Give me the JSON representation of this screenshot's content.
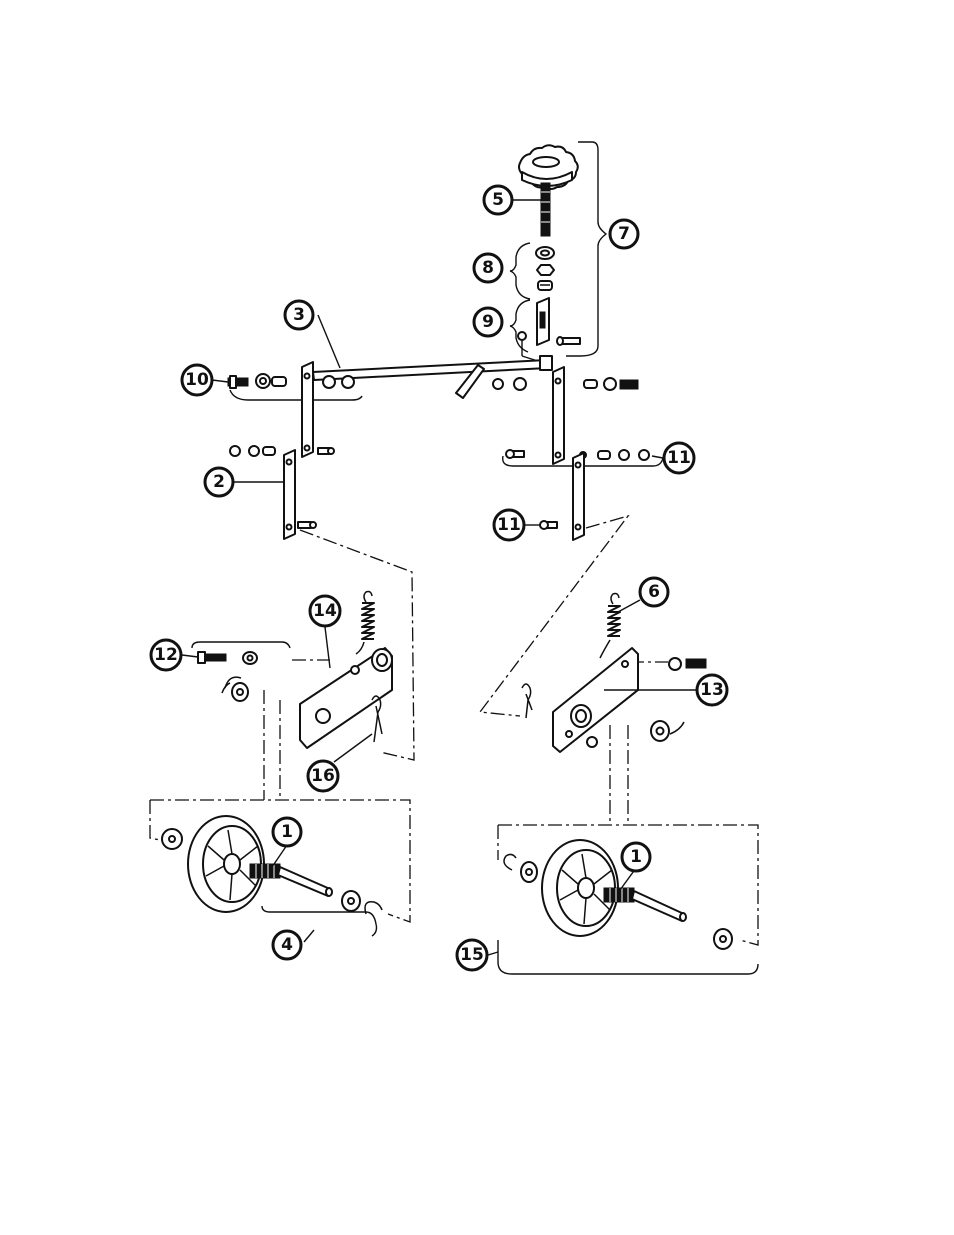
{
  "callouts": [
    {
      "id": "c1a",
      "label": "1"
    },
    {
      "id": "c1b",
      "label": "1"
    },
    {
      "id": "c2",
      "label": "2"
    },
    {
      "id": "c3",
      "label": "3"
    },
    {
      "id": "c4",
      "label": "4"
    },
    {
      "id": "c5",
      "label": "5"
    },
    {
      "id": "c6",
      "label": "6"
    },
    {
      "id": "c7",
      "label": "7"
    },
    {
      "id": "c8",
      "label": "8"
    },
    {
      "id": "c9",
      "label": "9"
    },
    {
      "id": "c10",
      "label": "10"
    },
    {
      "id": "c11a",
      "label": "11"
    },
    {
      "id": "c11b",
      "label": "11"
    },
    {
      "id": "c12",
      "label": "12"
    },
    {
      "id": "c13",
      "label": "13"
    },
    {
      "id": "c14",
      "label": "14"
    },
    {
      "id": "c15",
      "label": "15"
    },
    {
      "id": "c16",
      "label": "16"
    }
  ]
}
